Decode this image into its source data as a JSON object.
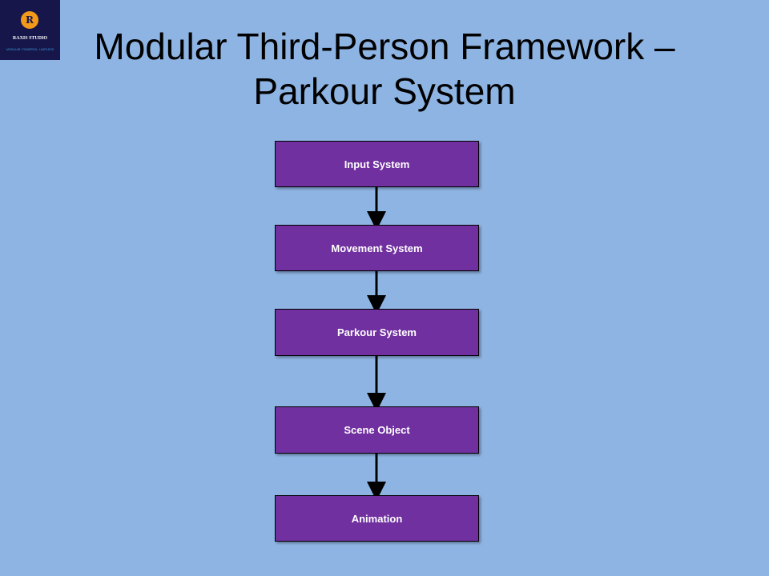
{
  "logo": {
    "name": "RAXIS STUDIO",
    "tagline": "MODULAR. POWERFUL. LIMITLESS"
  },
  "title": {
    "line1": "Modular Third-Person Framework –",
    "line2": "Parkour System"
  },
  "nodes": [
    "Input System",
    "Movement System",
    "Parkour System",
    "Scene Object",
    "Animation"
  ],
  "colors": {
    "background": "#8eb4e3",
    "node": "#7030a0",
    "logo_bg": "#16164a",
    "logo_circle": "#f29a1a"
  }
}
